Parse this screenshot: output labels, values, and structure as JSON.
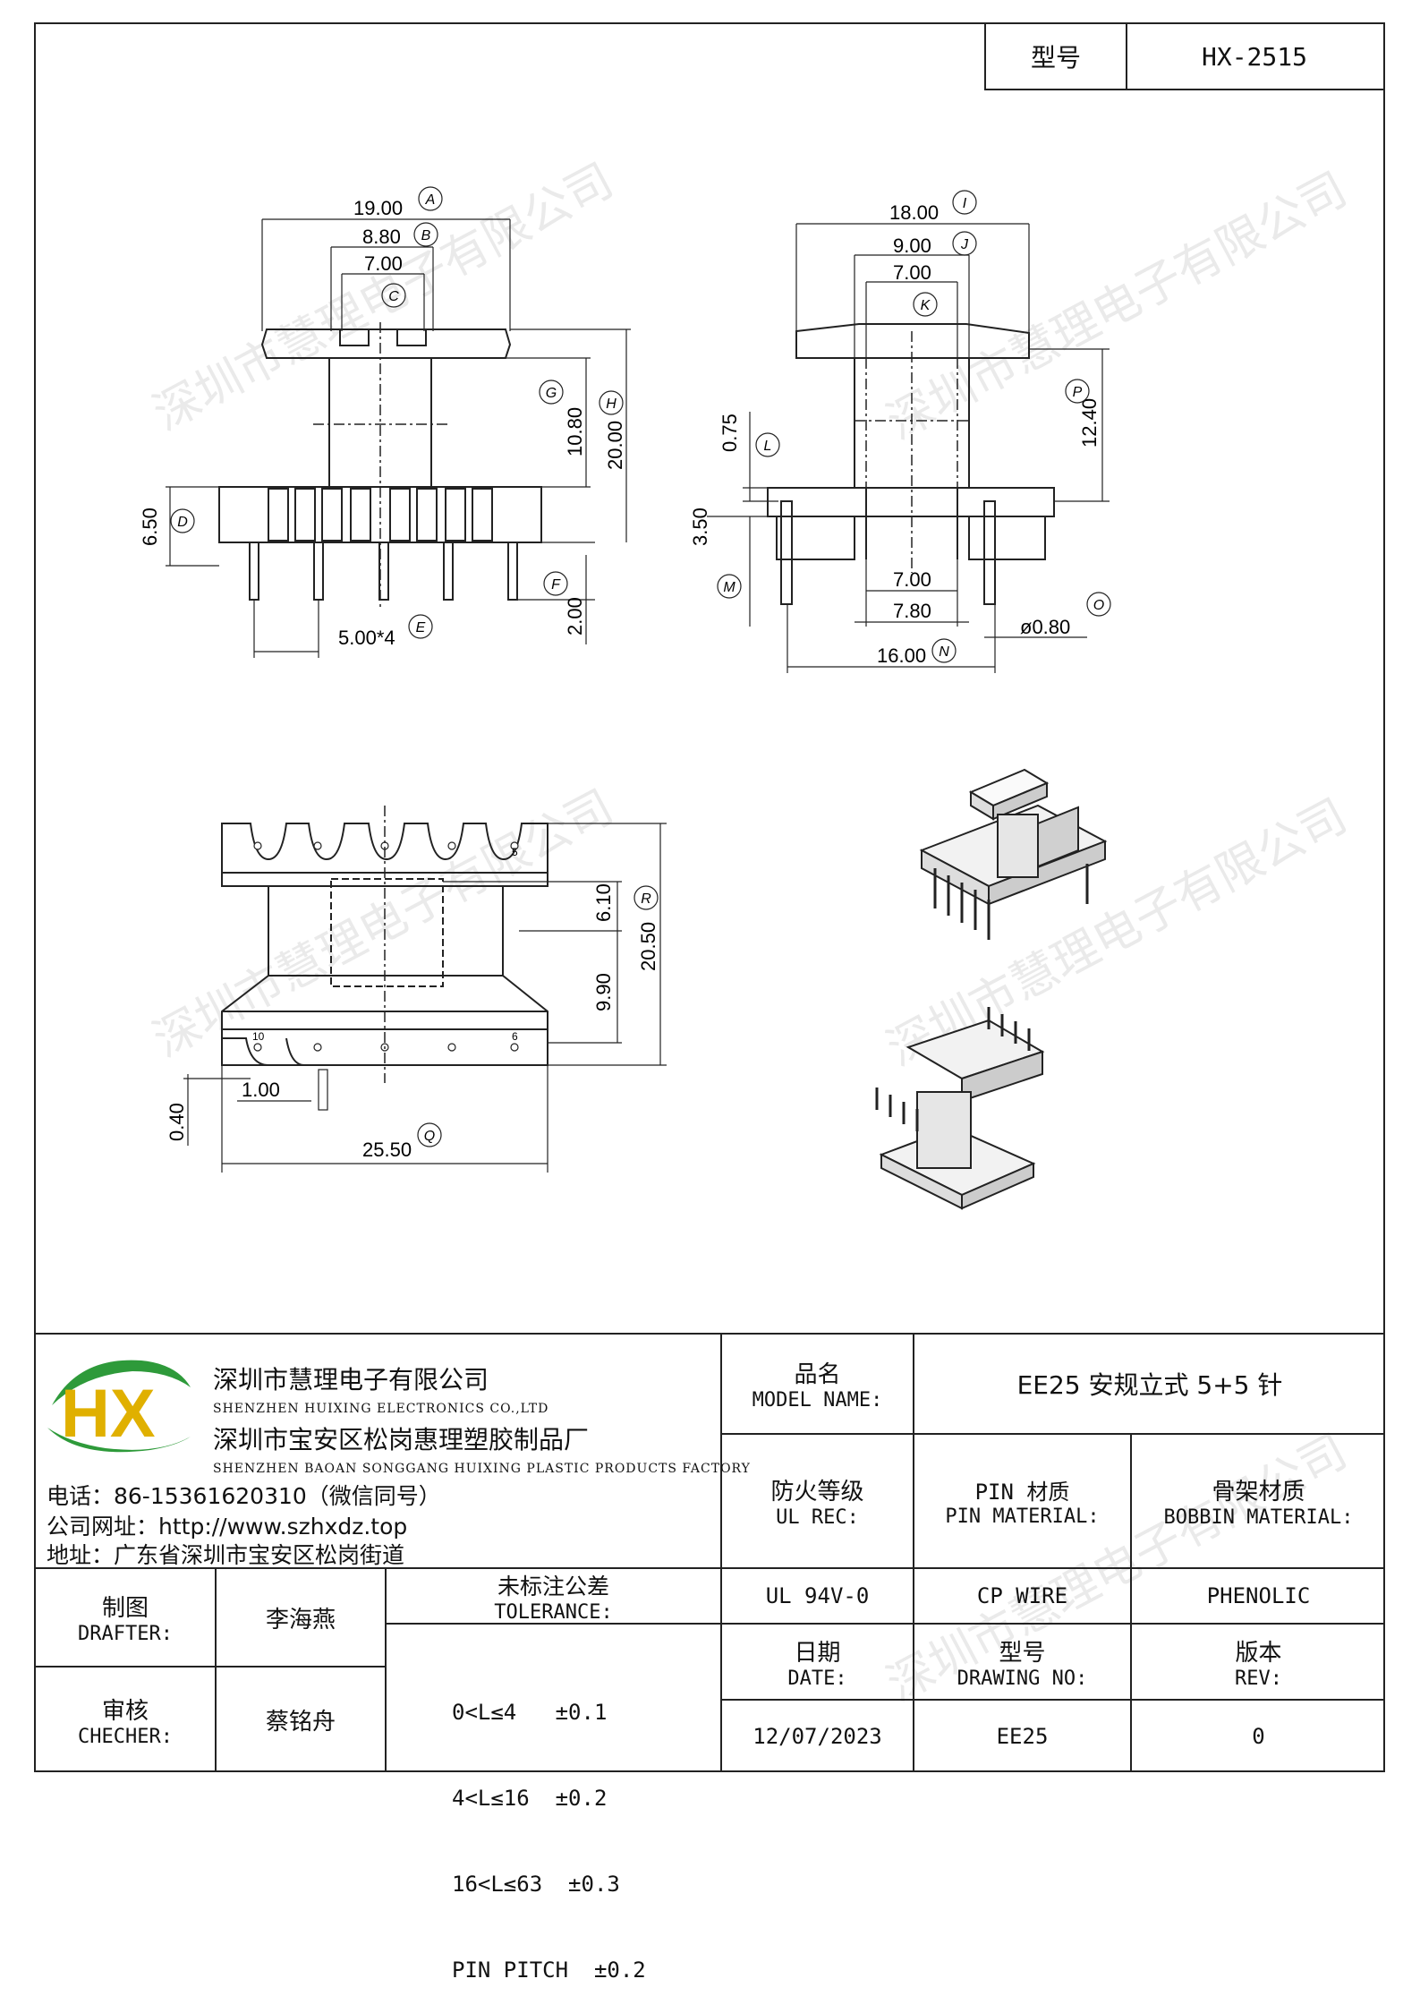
{
  "header": {
    "model_label": "型号",
    "model_value": "HX-2515"
  },
  "dimensions": {
    "front": {
      "A": "19.00",
      "B": "8.80",
      "C": "7.00",
      "D": "6.50",
      "E": "5.00*4",
      "F": "2.00",
      "G": "10.80",
      "H": "20.00",
      "letters": [
        "A",
        "B",
        "C",
        "D",
        "E",
        "F",
        "G",
        "H"
      ]
    },
    "side": {
      "I": "18.00",
      "J": "9.00",
      "K": "7.00",
      "L": "0.75",
      "M": "3.50",
      "N": "16.00",
      "O": "ø0.80",
      "P": "12.40",
      "inner1": "7.00",
      "inner2": "7.80",
      "letters": [
        "I",
        "J",
        "K",
        "L",
        "M",
        "N",
        "O",
        "P"
      ]
    },
    "top": {
      "Q": "25.50",
      "R": "20.50",
      "d1": "6.10",
      "d2": "9.90",
      "d3": "1.00",
      "d4": "0.40",
      "pin_first": "10",
      "pin_last": "6",
      "pin_top": "5",
      "letters": [
        "Q",
        "R"
      ]
    }
  },
  "watermark": "深圳市慧理电子有限公司",
  "company": {
    "logo_text": "HX",
    "name_cn": "深圳市慧理电子有限公司",
    "name_en": "SHENZHEN HUIXING ELECTRONICS CO.,LTD",
    "factory_cn": "深圳市宝安区松岗惠理塑胶制品厂",
    "factory_en": "SHENZHEN BAOAN SONGGANG HUIXING PLASTIC PRODUCTS FACTORY",
    "phone": "电话：86-15361620310（微信同号）",
    "website": "公司网址：http://www.szhxdz.top",
    "address": "地址：广东省深圳市宝安区松岗街道"
  },
  "title_block": {
    "model_name_cn": "品名",
    "model_name_en": "MODEL NAME:",
    "model_name_value": "EE25 安规立式 5+5 针",
    "ul_cn": "防火等级",
    "ul_en": "UL REC:",
    "pin_mat_cn": "PIN 材质",
    "pin_mat_en": "PIN MATERIAL:",
    "bobbin_mat_cn": "骨架材质",
    "bobbin_mat_en": "BOBBIN MATERIAL:",
    "ul_value": "UL 94V-0",
    "pin_mat_value": "CP WIRE",
    "bobbin_mat_value": "PHENOLIC",
    "drafter_cn": "制图",
    "drafter_en": "DRAFTER:",
    "drafter_value": "李海燕",
    "checker_cn": "审核",
    "checker_en": "CHECHER:",
    "checker_value": "蔡铭舟",
    "tolerance_cn": "未标注公差",
    "tolerance_en": "TOLERANCE:",
    "tolerances": [
      "0<L≤4   ±0.1",
      "4<L≤16  ±0.2",
      "16<L≤63  ±0.3",
      "PIN PITCH  ±0.2"
    ],
    "date_cn": "日期",
    "date_en": "DATE:",
    "date_value": "12/07/2023",
    "drawing_cn": "型号",
    "drawing_en": "DRAWING NO:",
    "drawing_value": "EE25",
    "rev_cn": "版本",
    "rev_en": "REV:",
    "rev_value": "0"
  }
}
